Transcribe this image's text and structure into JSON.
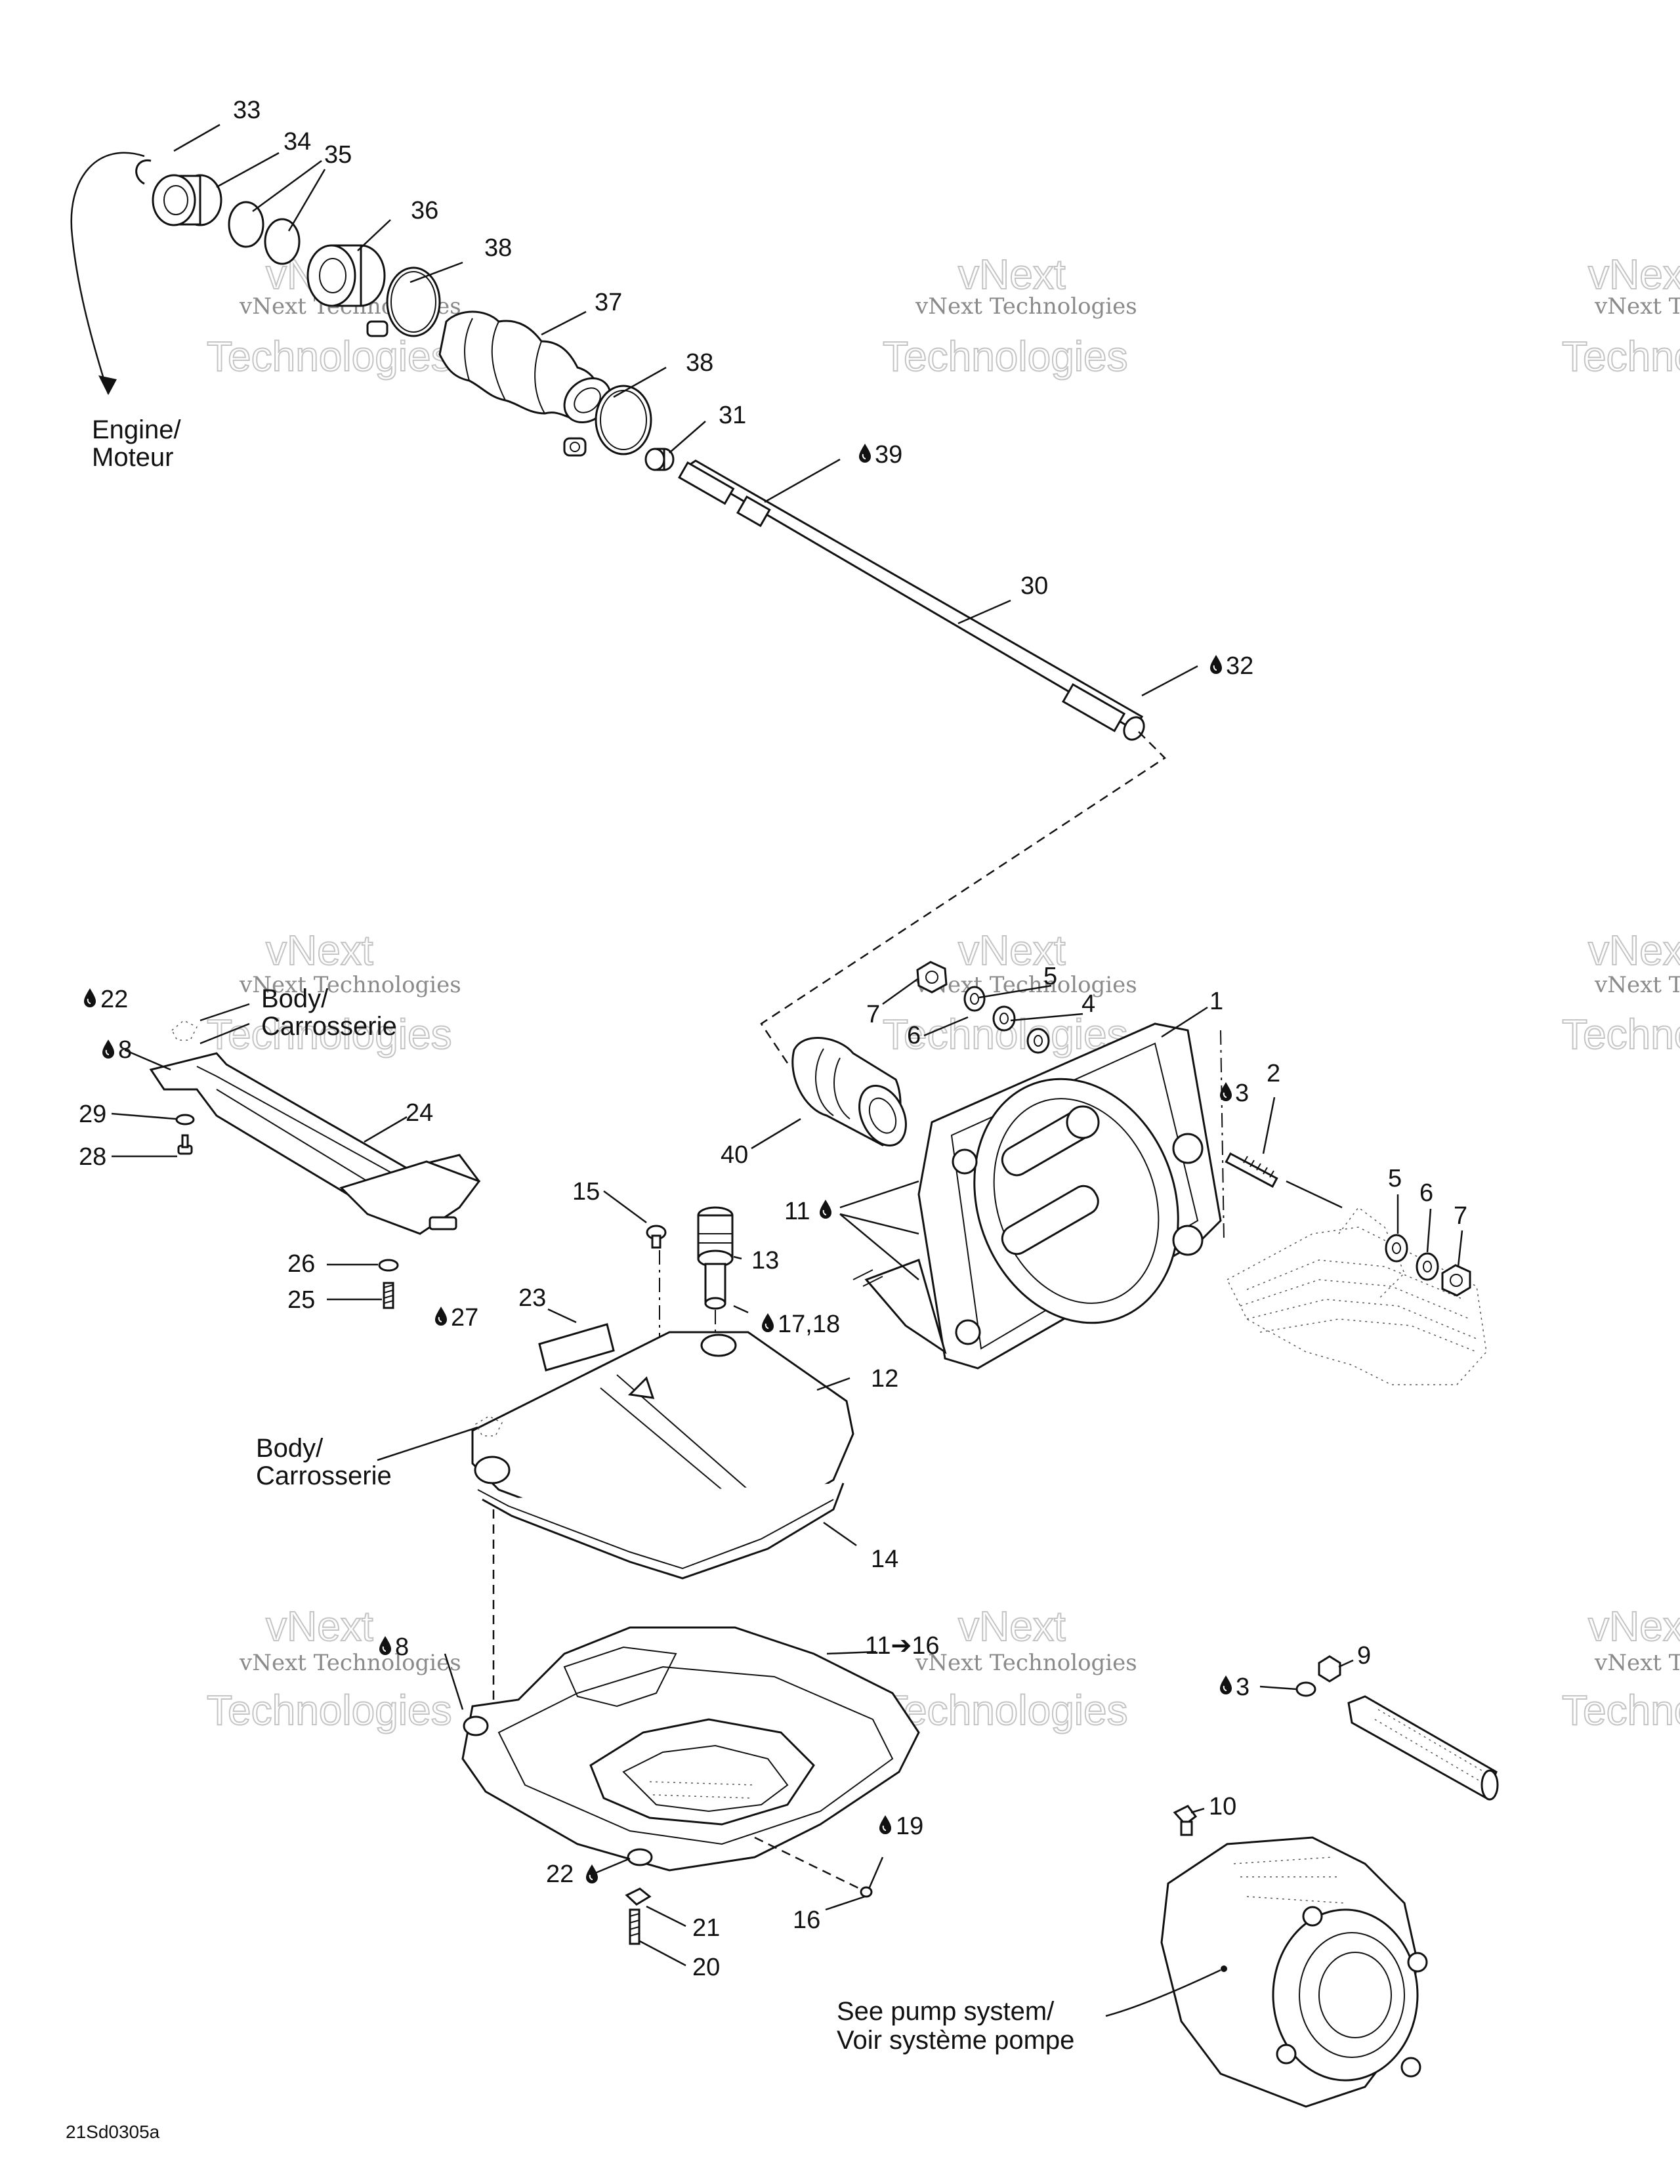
{
  "figure": {
    "ref_code": "21Sd0305a",
    "engine_label": [
      "Engine/",
      "Moteur"
    ],
    "body_label": [
      "Body/",
      "Carrosserie"
    ],
    "pump_note": [
      "See pump system/",
      "Voir système pompe"
    ]
  },
  "watermark": {
    "small": "vNext Technologies",
    "big": "Technologies",
    "top": "vNext"
  },
  "callouts": {
    "c33": "33",
    "c34": "34",
    "c35": "35",
    "c36": "36",
    "c38a": "38",
    "c37": "37",
    "c38b": "38",
    "c31": "31",
    "c39": "39",
    "c30": "30",
    "c32": "32",
    "c22a": "22",
    "c8a": "8",
    "c29": "29",
    "c28": "28",
    "c24": "24",
    "c26": "26",
    "c25": "25",
    "c27": "27",
    "c23": "23",
    "c15": "15",
    "c13": "13",
    "c1718": "17,18",
    "c12": "12",
    "c14": "14",
    "c11a": "11",
    "c7a": "7",
    "c5a": "5",
    "c4": "4",
    "c6a": "6",
    "c1": "1",
    "c3a": "3",
    "c2": "2",
    "c5b": "5",
    "c6b": "6",
    "c7b": "7",
    "c40": "40",
    "c8b": "8",
    "c1116": "11➔16",
    "c3b": "3",
    "c9": "9",
    "c10": "10",
    "c19": "19",
    "c22b": "22",
    "c16": "16",
    "c21": "21",
    "c20": "20"
  },
  "icons": {
    "drop": "lubricant-drop-icon"
  }
}
